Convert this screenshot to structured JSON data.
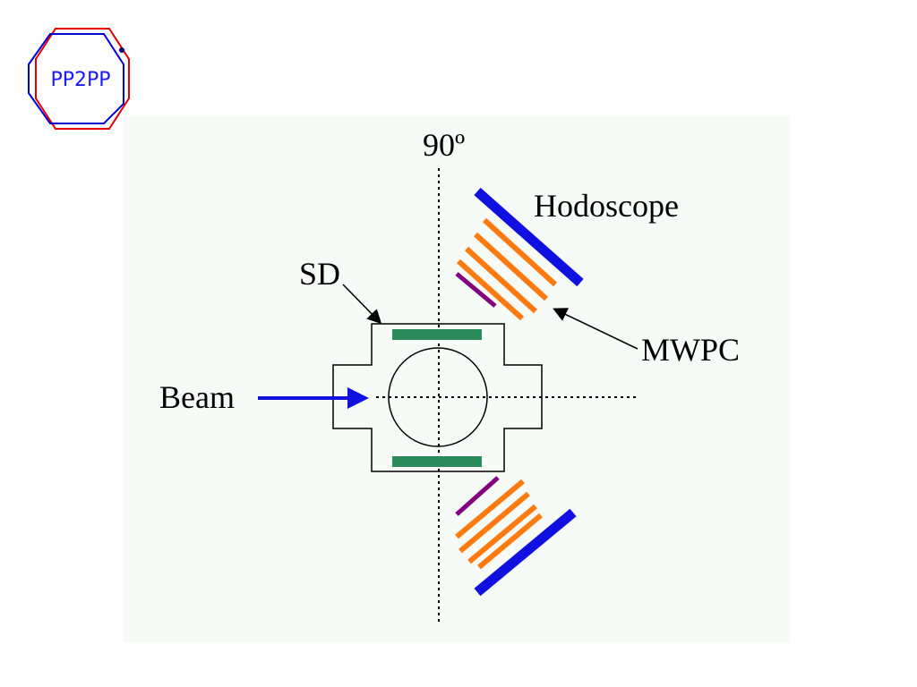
{
  "logo": {
    "text": "PP2PP",
    "text_color": "#1a1aff",
    "ring_red": "#e00000",
    "ring_blue": "#0000d0"
  },
  "diagram": {
    "background": "#f7fbf7",
    "labels": {
      "angle": "90º",
      "hodoscope": "Hodoscope",
      "sd": "SD",
      "mwpc": "MWPC",
      "beam": "Beam"
    },
    "colors": {
      "hodoscope": "#1010e0",
      "mwpc": "#ff7a10",
      "purple_plane": "#800080",
      "sd": "#2a8a5a",
      "beam_arrow": "#1010e0",
      "outline": "#000000"
    }
  }
}
